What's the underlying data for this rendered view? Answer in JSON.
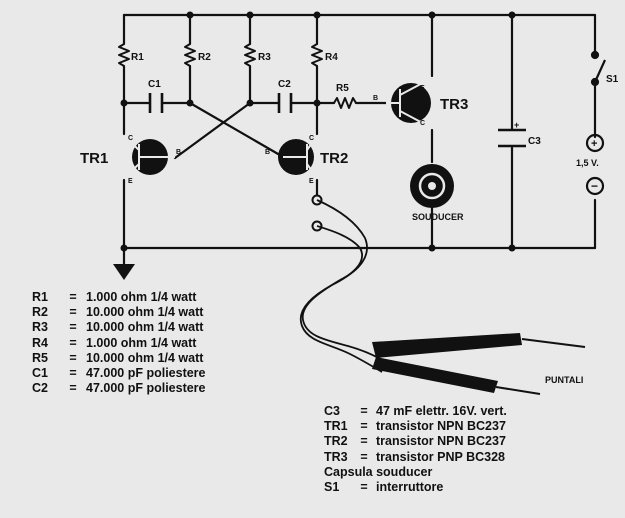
{
  "schematic": {
    "components": {
      "r1": "R1",
      "r2": "R2",
      "r3": "R3",
      "r4": "R4",
      "r5": "R5",
      "c1": "C1",
      "c2": "C2",
      "c3": "C3",
      "tr1": "TR1",
      "tr2": "TR2",
      "tr3": "TR3",
      "s1": "S1",
      "battery": "1,5 V.",
      "souducer": "SOUDUCER",
      "puntali": "PUNTALI"
    },
    "pins": {
      "c": "C",
      "b": "B",
      "e": "E"
    },
    "polarity": {
      "plus": "+",
      "minus": "−"
    }
  },
  "parts_list_left": [
    {
      "ref": "R1",
      "eq": "=",
      "value": "1.000 ohm 1/4 watt"
    },
    {
      "ref": "R2",
      "eq": "=",
      "value": "10.000 ohm 1/4 watt"
    },
    {
      "ref": "R3",
      "eq": "=",
      "value": "10.000 ohm 1/4 watt"
    },
    {
      "ref": "R4",
      "eq": "=",
      "value": "1.000 ohm 1/4 watt"
    },
    {
      "ref": "R5",
      "eq": "=",
      "value": "10.000 ohm 1/4 watt"
    },
    {
      "ref": "C1",
      "eq": "=",
      "value": "47.000 pF poliestere"
    },
    {
      "ref": "C2",
      "eq": "=",
      "value": "47.000 pF poliestere"
    }
  ],
  "parts_list_right": [
    {
      "ref": "C3",
      "eq": "=",
      "value": "47 mF elettr. 16V. vert."
    },
    {
      "ref": "TR1",
      "eq": "=",
      "value": "transistor NPN BC237"
    },
    {
      "ref": "TR2",
      "eq": "=",
      "value": "transistor NPN BC237"
    },
    {
      "ref": "TR3",
      "eq": "=",
      "value": "transistor PNP BC328"
    },
    {
      "ref": "Capsula souducer",
      "eq": "",
      "value": ""
    },
    {
      "ref": "S1",
      "eq": "=",
      "value": "interruttore"
    }
  ]
}
